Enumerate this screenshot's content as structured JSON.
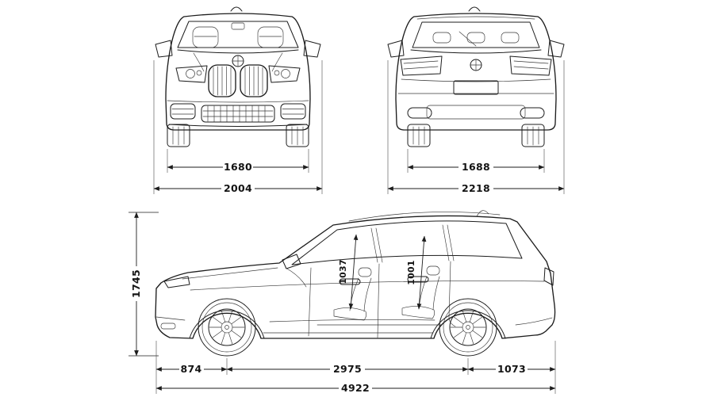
{
  "diagram": {
    "colors": {
      "line": "#1d1d1d",
      "background": "#ffffff"
    },
    "front_view": {
      "track_width": "1680",
      "overall_width": "2004"
    },
    "rear_view": {
      "track_width": "1688",
      "overall_width": "2218"
    },
    "side_view": {
      "overall_height": "1745",
      "front_interior_height": "1037",
      "rear_interior_height": "1001",
      "front_overhang": "874",
      "wheelbase": "2975",
      "rear_overhang": "1073",
      "overall_length": "4922"
    }
  }
}
